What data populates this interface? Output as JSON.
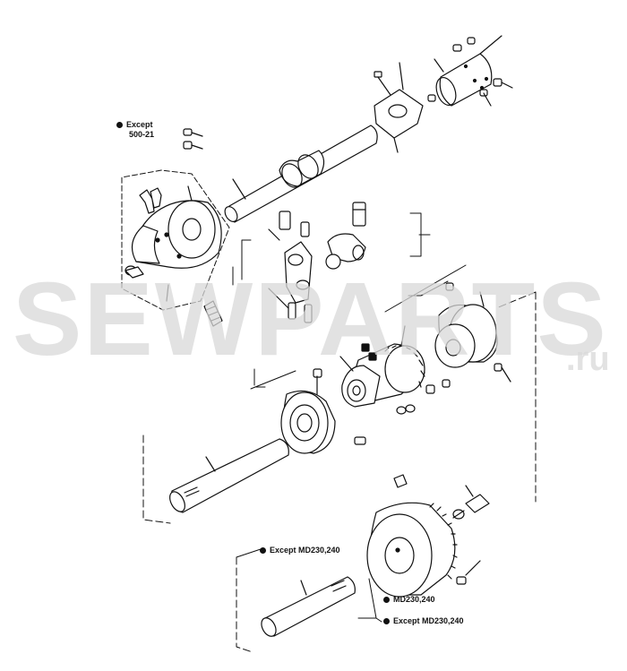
{
  "watermark": {
    "main": "SEWPARTS",
    "tld": ".ru"
  },
  "labels": {
    "except_line1": "Except",
    "except_line2": "500-21",
    "except_md_upper": "Except MD230,240",
    "md": "MD230,240",
    "except_md_lower": "Except MD230,240"
  },
  "colors": {
    "ink": "#111111",
    "watermark": "#d9d9d9"
  }
}
